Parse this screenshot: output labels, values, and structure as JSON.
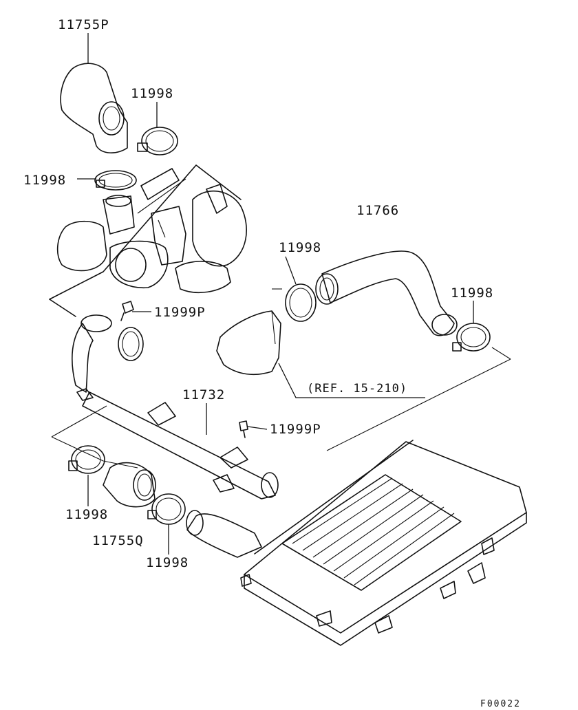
{
  "labels": {
    "hose_upper": "11755P",
    "clamp_a": "11998",
    "clamp_b": "11998",
    "hose_inter": "11766",
    "clamp_c": "11998",
    "clamp_d": "11998",
    "bolt_a": "11999P",
    "pipe": "11732",
    "bolt_b": "11999P",
    "clamp_e": "11998",
    "hose_lower": "11755Q",
    "clamp_f": "11998",
    "reference": "(REF. 15-210)",
    "figure_code": "F00022"
  }
}
